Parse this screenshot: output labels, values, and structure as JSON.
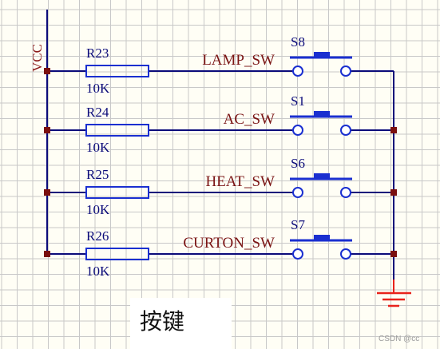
{
  "colors": {
    "wire": "#0b0b7a",
    "component": "#1a2fd0",
    "label": "#8b1a1a",
    "net_label": "#7a1414",
    "junction": "#7a0f0f",
    "ground": "#e8231c",
    "grid": "#c8c8c8",
    "background": "#fffef5"
  },
  "power_net": "VCC",
  "rows": [
    {
      "resistor": "R23",
      "value": "10K",
      "net": "LAMP_SW",
      "switch": "S8"
    },
    {
      "resistor": "R24",
      "value": "10K",
      "net": "AC_SW",
      "switch": "S1"
    },
    {
      "resistor": "R25",
      "value": "10K",
      "net": "HEAT_SW",
      "switch": "S6"
    },
    {
      "resistor": "R26",
      "value": "10K",
      "net": "CURTON_SW",
      "switch": "S7"
    }
  ],
  "caption": "按键",
  "watermark": "CSDN @cc"
}
